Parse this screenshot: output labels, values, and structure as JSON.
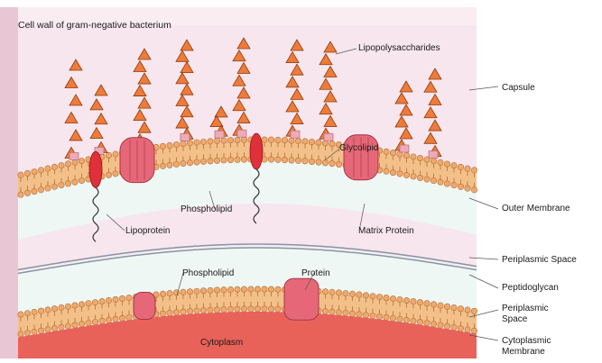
{
  "diagram": {
    "title": "Cell wall of gram-negative bacterium",
    "labels": {
      "lipopolysaccharides": "Lipopolysaccharides",
      "glycolipid": "Glycolipid",
      "phospholipid_outer": "Phospholipid",
      "lipoprotein": "Lipoprotein",
      "matrix_protein": "Matrix Protein",
      "phospholipid_inner": "Phospholipid",
      "protein": "Protein",
      "cytoplasm": "Cytoplasm"
    },
    "side_labels": {
      "capsule": "Capsule",
      "outer_membrane": "Outer Membrane",
      "periplasmic_space_1": "Periplasmic Space",
      "peptidoglycan": "Peptidoglycan",
      "periplasmic_space_2_line1": "Periplasmic",
      "periplasmic_space_2_line2": "Space",
      "cytoplasmic_membrane_line1": "Cytoplasmic",
      "cytoplasmic_membrane_line2": "Membrane"
    },
    "colors": {
      "capsule_bg": "#f7e6ee",
      "frame_left": "#e9c6d4",
      "periplasm": "#eef7f4",
      "cytoplasm": "#e9625a",
      "membrane_core": "#f3c089",
      "lipid_head": "#f0a86b",
      "lipid_outline": "#b0713a",
      "lps_triangle": "#ef7b3a",
      "lps_outline": "#8a3c10",
      "protein_red": "#e0303a",
      "protein_pink": "#e66878",
      "glycolipid_sq": "#eeaab5",
      "peptidoglycan": "#8a93a4"
    }
  }
}
